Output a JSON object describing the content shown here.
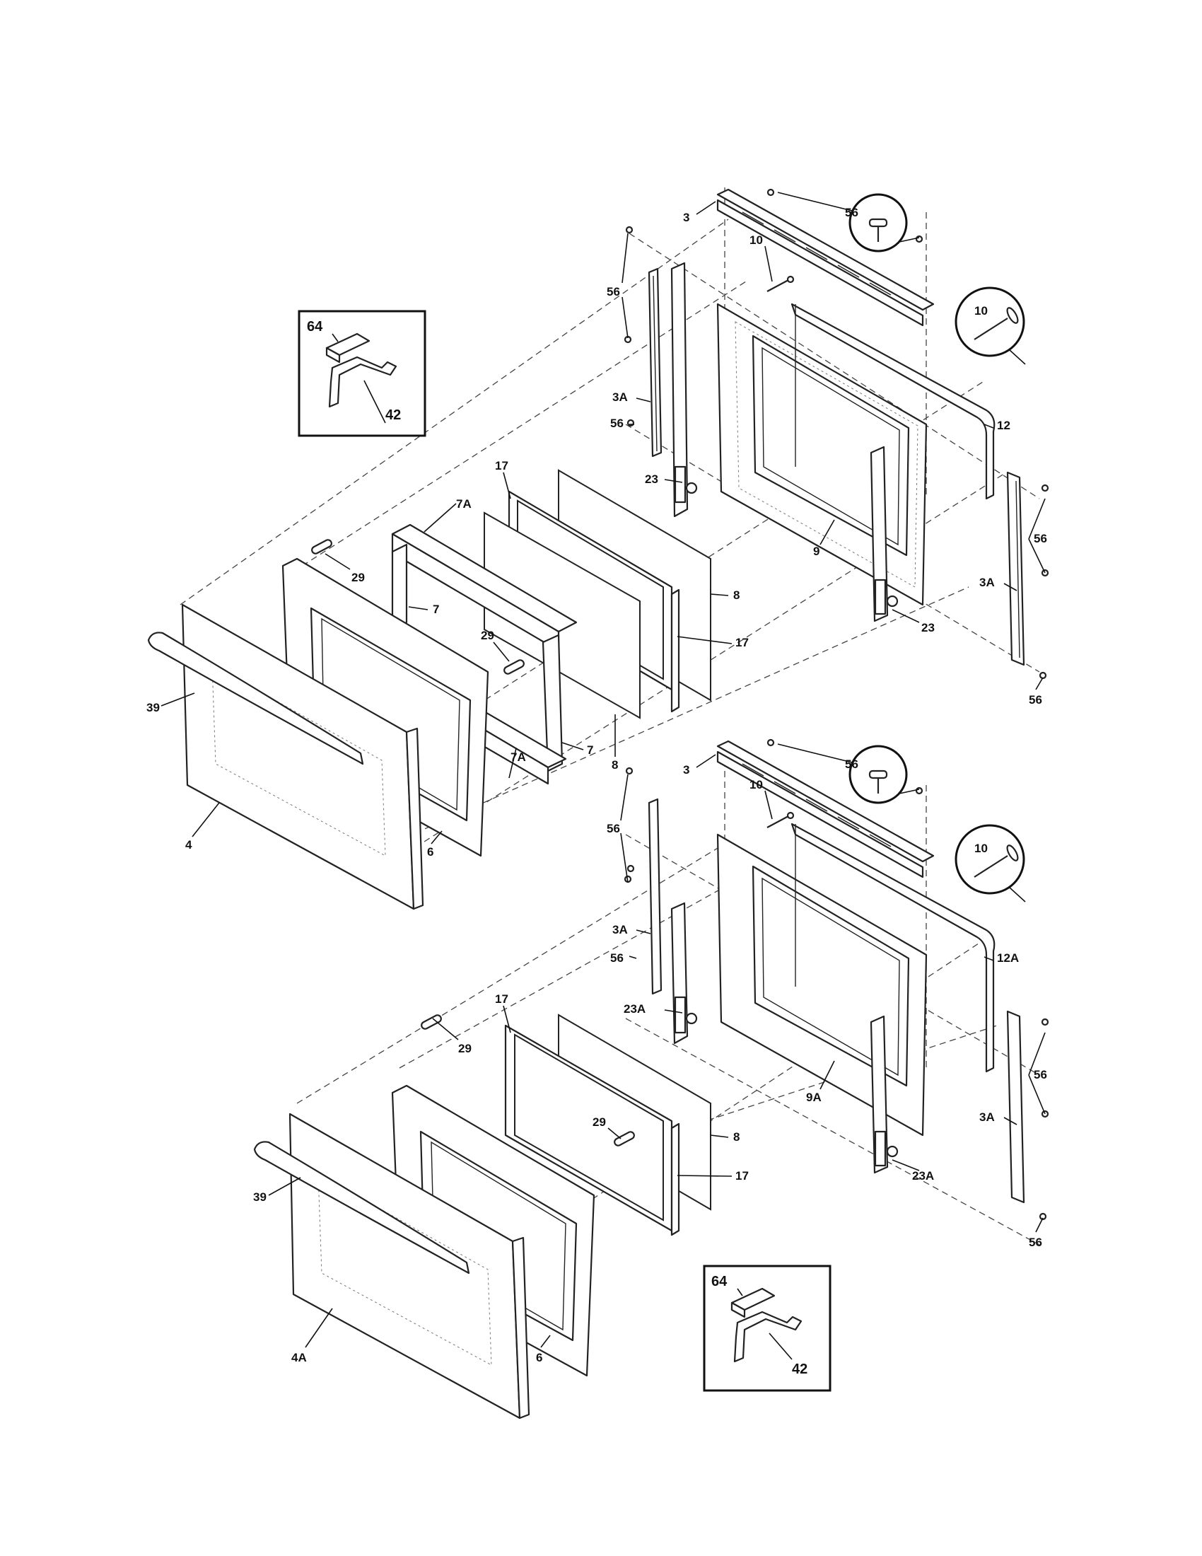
{
  "callouts": {
    "c_3_top": "3",
    "c_56_top_circle": "56",
    "c_10_top": "10",
    "c_10_top_circle": "10",
    "c_56_top_left": "56",
    "c_3a_top_left": "3A",
    "c_56_top_mid": "56",
    "c_12": "12",
    "c_23_top_a": "23",
    "c_23_top_b": "23",
    "c_9": "9",
    "c_56_top_right": "56",
    "c_3a_top_right": "3A",
    "c_56_top_bottom": "56",
    "c_17_top_a": "17",
    "c_17_top_b": "17",
    "c_7a_top": "7A",
    "c_7a_bottom": "7A",
    "c_7_a": "7",
    "c_7_b": "7",
    "c_8_top_a": "8",
    "c_8_top_b": "8",
    "c_29_top_a": "29",
    "c_29_top_b": "29",
    "c_39_top": "39",
    "c_4": "4",
    "c_6_top": "6",
    "c_3_bottom": "3",
    "c_56_bottom_circle": "56",
    "c_10_bottom": "10",
    "c_10_bottom_circle": "10",
    "c_56_bottom_left": "56",
    "c_3a_bottom_left": "3A",
    "c_56_bottom_mid": "56",
    "c_12a": "12A",
    "c_23a_a": "23A",
    "c_23a_b": "23A",
    "c_9a": "9A",
    "c_56_bottom_right": "56",
    "c_3a_bottom_right": "3A",
    "c_56_bottom_bottom": "56",
    "c_17_bottom_a": "17",
    "c_17_bottom_b": "17",
    "c_8_bottom": "8",
    "c_29_bottom_a": "29",
    "c_29_bottom_b": "29",
    "c_39_bottom": "39",
    "c_4a": "4A",
    "c_6_bottom": "6",
    "c_64_top": "64",
    "c_42_top": "42",
    "c_64_bottom": "64",
    "c_42_bottom": "42"
  }
}
